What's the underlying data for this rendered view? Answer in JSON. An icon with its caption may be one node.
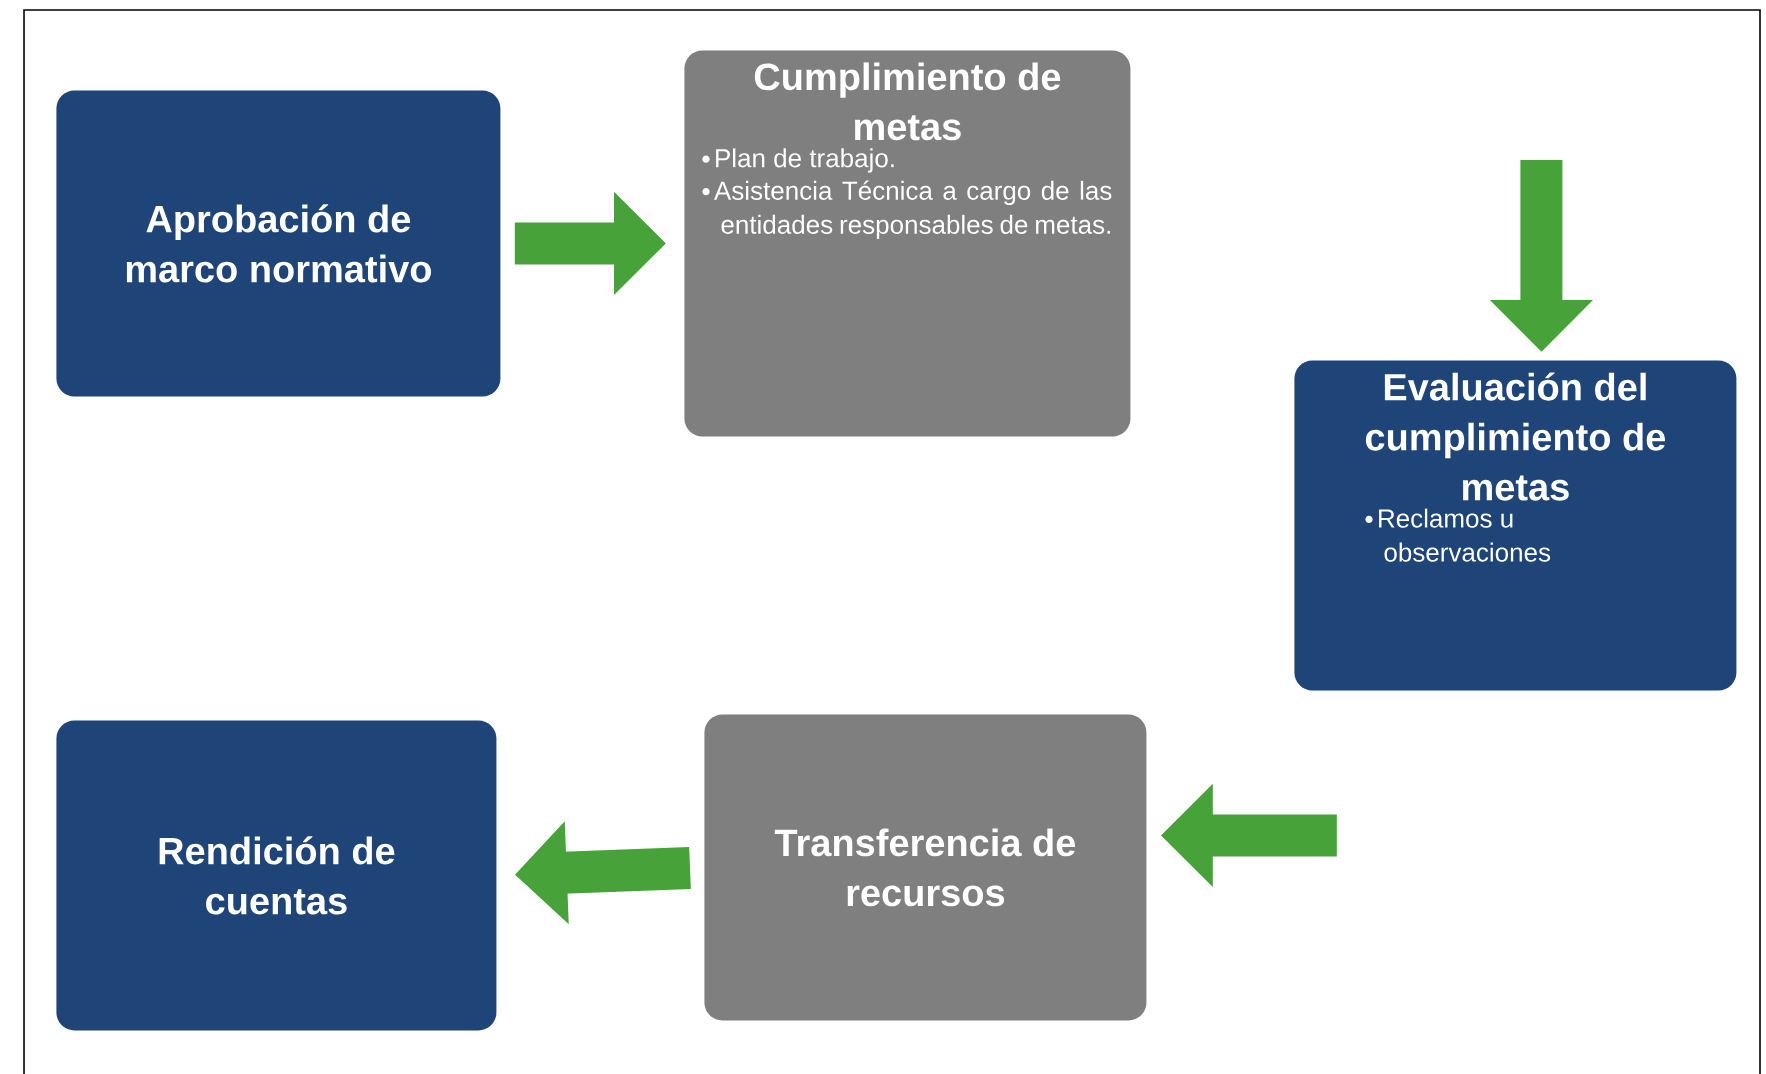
{
  "diagram": {
    "nodes": [
      {
        "text": [
          "Aprobación de marco normativo"
        ]
      },
      {
        "text": [
          "Cumplimiento de metas",
          "Plan de trabajo.",
          "Asistencia Técnica a cargo de las entidades responsables de metas."
        ]
      },
      {
        "text": [
          "Evaluación del cumplimiento de metas",
          "Reclamos u observaciones"
        ]
      },
      {
        "text": [
          "Transferencia de recursos"
        ]
      },
      {
        "text": [
          "Rendición de cuentas"
        ]
      }
    ],
    "edges": [
      {
        "from": 0,
        "to": 1,
        "arrow": "to"
      },
      {
        "from": null,
        "to": 2,
        "arrow": "to"
      },
      {
        "from": null,
        "to": 3,
        "arrow": "to"
      },
      {
        "from": 3,
        "to": 4,
        "arrow": "to"
      }
    ]
  }
}
